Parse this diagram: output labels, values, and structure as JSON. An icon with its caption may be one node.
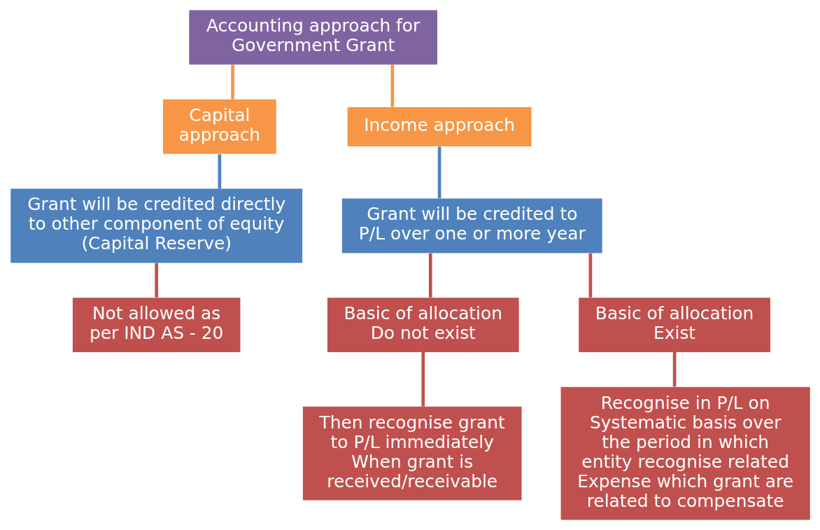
{
  "diagram": {
    "nodes": [
      {
        "text": [
          "Accounting approach for Government Grant"
        ]
      },
      {
        "text": [
          "Capital approach"
        ]
      },
      {
        "text": [
          "Income approach"
        ]
      },
      {
        "text": [
          "Grant will be credited directly to other component of equity",
          "(Capital Reserve)"
        ]
      },
      {
        "text": [
          "Not allowed as per IND AS - 20"
        ]
      },
      {
        "text": [
          "Grant will be credited to P/L over one or more year"
        ]
      },
      {
        "text": [
          "Basic of allocation Do not exist"
        ]
      },
      {
        "text": [
          "Basic of allocation Exist"
        ]
      },
      {
        "text": [
          "Then recognise grant to P/L immediately When grant is received/receivable"
        ]
      },
      {
        "text": [
          "Recognise in P/L on Systematic basis over the period in which entity recognise related Expense which grant are related to compensate"
        ]
      }
    ],
    "edges": [
      {
        "from": 0,
        "to": 1,
        "arrow": "none",
        "color": "#f79646"
      },
      {
        "from": 0,
        "to": 2,
        "arrow": "none",
        "color": "#f79646"
      },
      {
        "from": 1,
        "to": 3,
        "arrow": "none",
        "color": "#4f81bd"
      },
      {
        "from": 2,
        "to": 5,
        "arrow": "none",
        "color": "#4f81bd"
      },
      {
        "from": 3,
        "to": 4,
        "arrow": "none"
      },
      {
        "from": 5,
        "to": 6,
        "arrow": "none"
      },
      {
        "from": 5,
        "to": 7,
        "arrow": "none"
      },
      {
        "from": 6,
        "to": 8,
        "arrow": "none"
      },
      {
        "from": 7,
        "to": 9,
        "arrow": "none"
      }
    ]
  }
}
